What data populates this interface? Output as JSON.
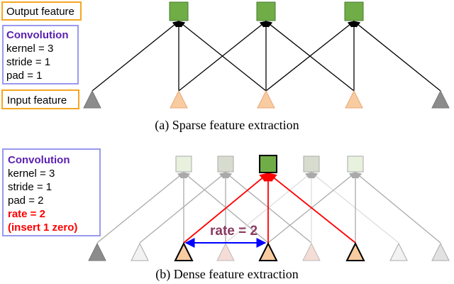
{
  "colors": {
    "green": "#70ad47",
    "orange_triangle": "#f8cba0",
    "gray_triangle": "#8c8c8c",
    "box_orange": "#f5a623",
    "box_blue": "#9999ee",
    "convolution_title": "#5a1fb0",
    "red": "#ff0000",
    "rate_label": "#8b3a62",
    "blue_arrow": "#0000ff"
  },
  "top": {
    "output_label": "Output feature",
    "input_label": "Input feature",
    "conv": {
      "title": "Convolution",
      "lines": [
        "kernel = 3",
        "stride = 1",
        "pad = 1"
      ]
    },
    "caption": "(a) Sparse feature extraction"
  },
  "bottom": {
    "conv": {
      "title": "Convolution",
      "lines": [
        "kernel = 3",
        "stride = 1",
        "pad = 2"
      ],
      "red_lines": [
        "rate = 2",
        "(insert 1 zero)"
      ]
    },
    "rate_annotation": "rate = 2",
    "caption": "(b) Dense feature extraction"
  }
}
